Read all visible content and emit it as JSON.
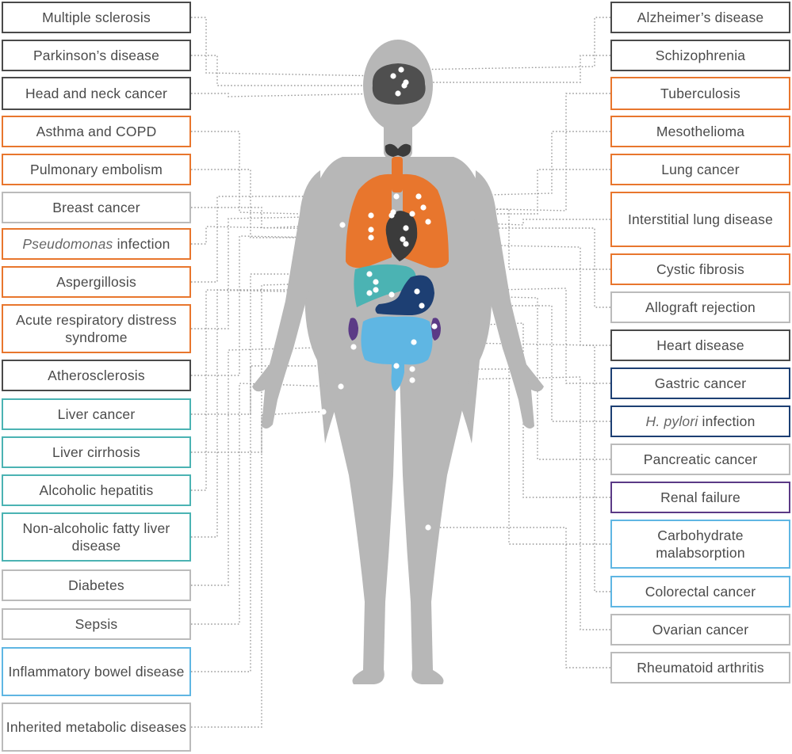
{
  "colors": {
    "body": "#b7b7b7",
    "lungs": "#e8762d",
    "liver": "#4bb3b3",
    "stomach": "#1d3f73",
    "intestine": "#5fb6e3",
    "kidney": "#5b3a86",
    "brain": "#4f4f4f",
    "heart": "#3b3b3b",
    "leader": "#9a9a9a",
    "border_dark": "#4a4a4a",
    "border_orange": "#e8762d",
    "border_gray": "#bbbbbb",
    "border_teal": "#4bb3b3",
    "border_navy": "#1d3f73",
    "border_purple": "#5b3a86",
    "border_lightblue": "#5fb6e3"
  },
  "left_labels": [
    {
      "text": "Multiple sclerosis",
      "group": "dark"
    },
    {
      "text": "Parkinson’s disease",
      "group": "dark"
    },
    {
      "text": "Head and neck cancer",
      "group": "dark"
    },
    {
      "text": "Asthma and COPD",
      "group": "orange"
    },
    {
      "text": "Pulmonary embolism",
      "group": "orange"
    },
    {
      "text": "Breast cancer",
      "group": "gray"
    },
    {
      "text": "infection",
      "italic": "Pseudomonas",
      "group": "orange"
    },
    {
      "text": "Aspergillosis",
      "group": "orange"
    },
    {
      "text": "Acute respiratory distress syndrome",
      "group": "orange"
    },
    {
      "text": "Atherosclerosis",
      "group": "dark"
    },
    {
      "text": "Liver cancer",
      "group": "teal"
    },
    {
      "text": "Liver cirrhosis",
      "group": "teal"
    },
    {
      "text": "Alcoholic hepatitis",
      "group": "teal"
    },
    {
      "text": "Non-alcoholic fatty liver disease",
      "group": "teal"
    },
    {
      "text": "Diabetes",
      "group": "gray"
    },
    {
      "text": "Sepsis",
      "group": "gray"
    },
    {
      "text": "Inflammatory bowel disease",
      "group": "lightblue"
    },
    {
      "text": "Inherited metabolic diseases",
      "group": "gray"
    }
  ],
  "right_labels": [
    {
      "text": "Alzheimer’s disease",
      "group": "dark"
    },
    {
      "text": "Schizophrenia",
      "group": "dark"
    },
    {
      "text": "Tuberculosis",
      "group": "orange"
    },
    {
      "text": "Mesothelioma",
      "group": "orange"
    },
    {
      "text": "Lung cancer",
      "group": "orange"
    },
    {
      "text": "Interstitial lung disease",
      "group": "orange"
    },
    {
      "text": "Cystic fibrosis",
      "group": "orange"
    },
    {
      "text": "Allograft rejection",
      "group": "gray"
    },
    {
      "text": "Heart disease",
      "group": "dark"
    },
    {
      "text": "Gastric cancer",
      "group": "navy"
    },
    {
      "text": "infection",
      "italic": "H. pylori",
      "group": "navy"
    },
    {
      "text": "Pancreatic cancer",
      "group": "gray"
    },
    {
      "text": "Renal failure",
      "group": "purple"
    },
    {
      "text": "Carbohydrate malabsorption",
      "group": "lightblue"
    },
    {
      "text": "Colorectal cancer",
      "group": "lightblue"
    },
    {
      "text": "Ovarian cancer",
      "group": "gray"
    },
    {
      "text": "Rheumatoid arthritis",
      "group": "gray"
    }
  ]
}
